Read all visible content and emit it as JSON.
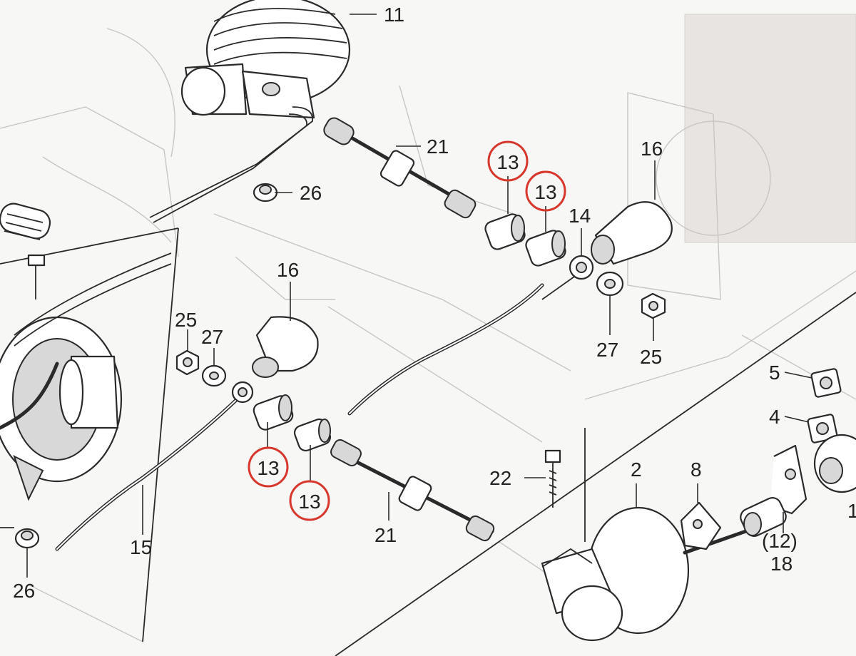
{
  "callouts": {
    "c11": "11",
    "c21_top": "21",
    "c26_top": "26",
    "c16_right": "16",
    "c14": "14",
    "c27_right": "27",
    "c25_right": "25",
    "c16_left": "16",
    "c25_left": "25",
    "c27_left": "27",
    "c15": "15",
    "c26_bottom": "26",
    "c21_bottom": "21",
    "c22": "22",
    "c2": "2",
    "c8": "8",
    "c5": "5",
    "c4": "4",
    "c12": "(12)",
    "c18": "18",
    "c1_partial": "1"
  },
  "highlighted": {
    "h13_a": "13",
    "h13_b": "13",
    "h13_c": "13",
    "h13_d": "13"
  },
  "colors": {
    "highlight_ring": "#d7372c",
    "ink": "#2a2a2a"
  }
}
